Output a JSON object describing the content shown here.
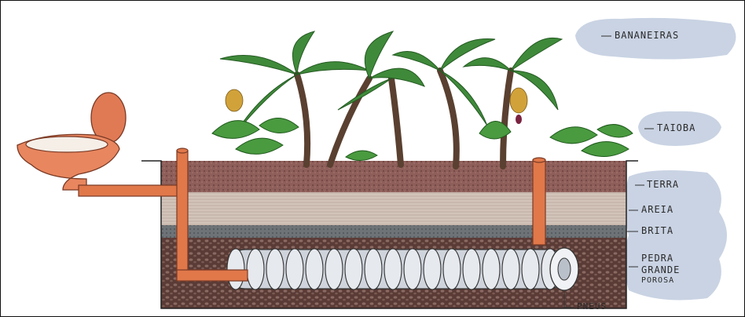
{
  "labels": {
    "bananeiras": "BANANEIRAS",
    "taioba": "TAIOBA",
    "terra": "TERRA",
    "areia": "AREIA",
    "brita": "BRITA",
    "pedra_l1": "PEDRA",
    "pedra_l2": "GRANDE",
    "pedra_l3": "POROSA",
    "pneus": "PNEUS"
  },
  "colors": {
    "terra": "#8a5a55",
    "areia": "#cfc0b6",
    "brita": "#6f7478",
    "pedra": "#5a3a35",
    "pipe": "#e0784a",
    "toilet": "#e8865f",
    "leaf": "#3f8a3a",
    "tire": "#d9dde4",
    "cloud": "#c9d3e3"
  }
}
